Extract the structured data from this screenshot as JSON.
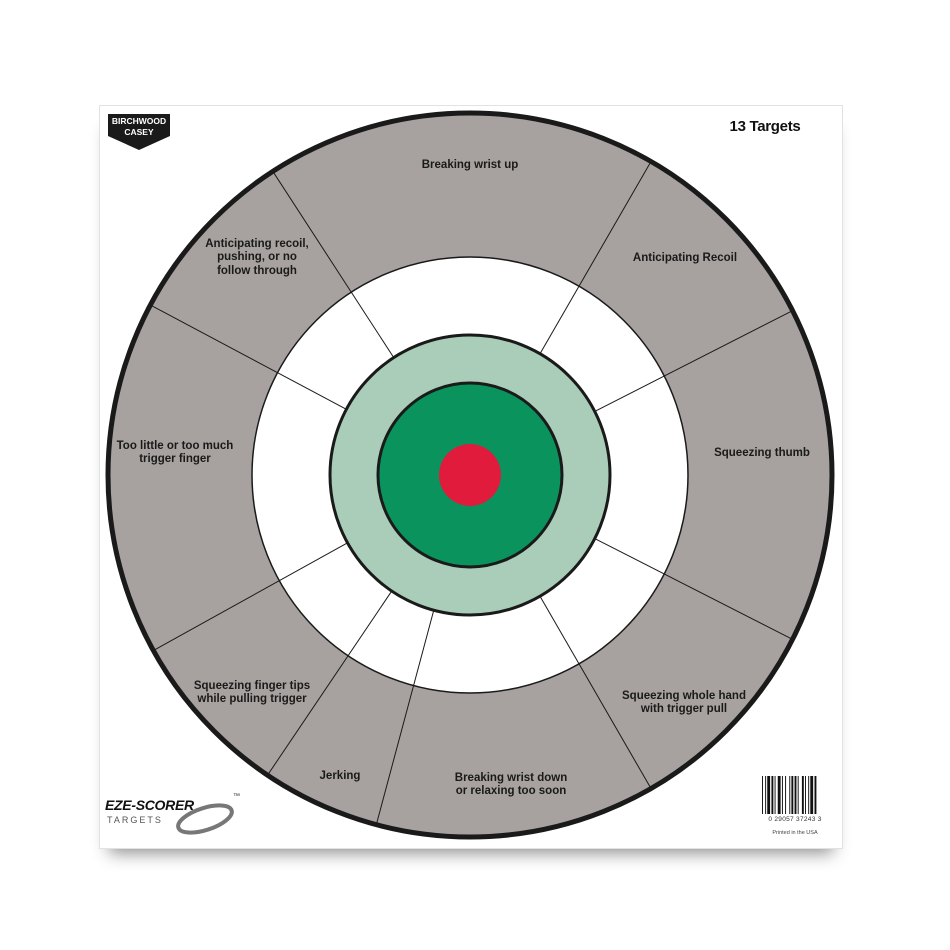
{
  "brand": {
    "birchwood_line1": "BIRCHWOOD",
    "birchwood_line2": "CASEY",
    "eze_scorer": "EZE-SCORER",
    "eze_sub": "TARGETS",
    "trademark": "™"
  },
  "target_count": "13 Targets",
  "segments": [
    "Breaking wrist up",
    "Anticipating Recoil",
    "Squeezing thumb",
    "Squeezing whole hand\nwith trigger pull",
    "Breaking wrist down\nor relaxing too soon",
    "Jerking",
    "Squeezing finger tips\nwhile pulling trigger",
    "Too little or too much\ntrigger finger",
    "Anticipating recoil,\npushing, or no\nfollow through"
  ],
  "barcode": {
    "digits": "0   29057  37243   3",
    "printed": "Printed in the USA"
  },
  "colors": {
    "outer_ring": "#a7a29f",
    "outline": "#1a1a1a",
    "white_ring": "#ffffff",
    "light_green": "#a9cdb9",
    "green": "#0a935d",
    "bullseye": "#e01b3c"
  }
}
